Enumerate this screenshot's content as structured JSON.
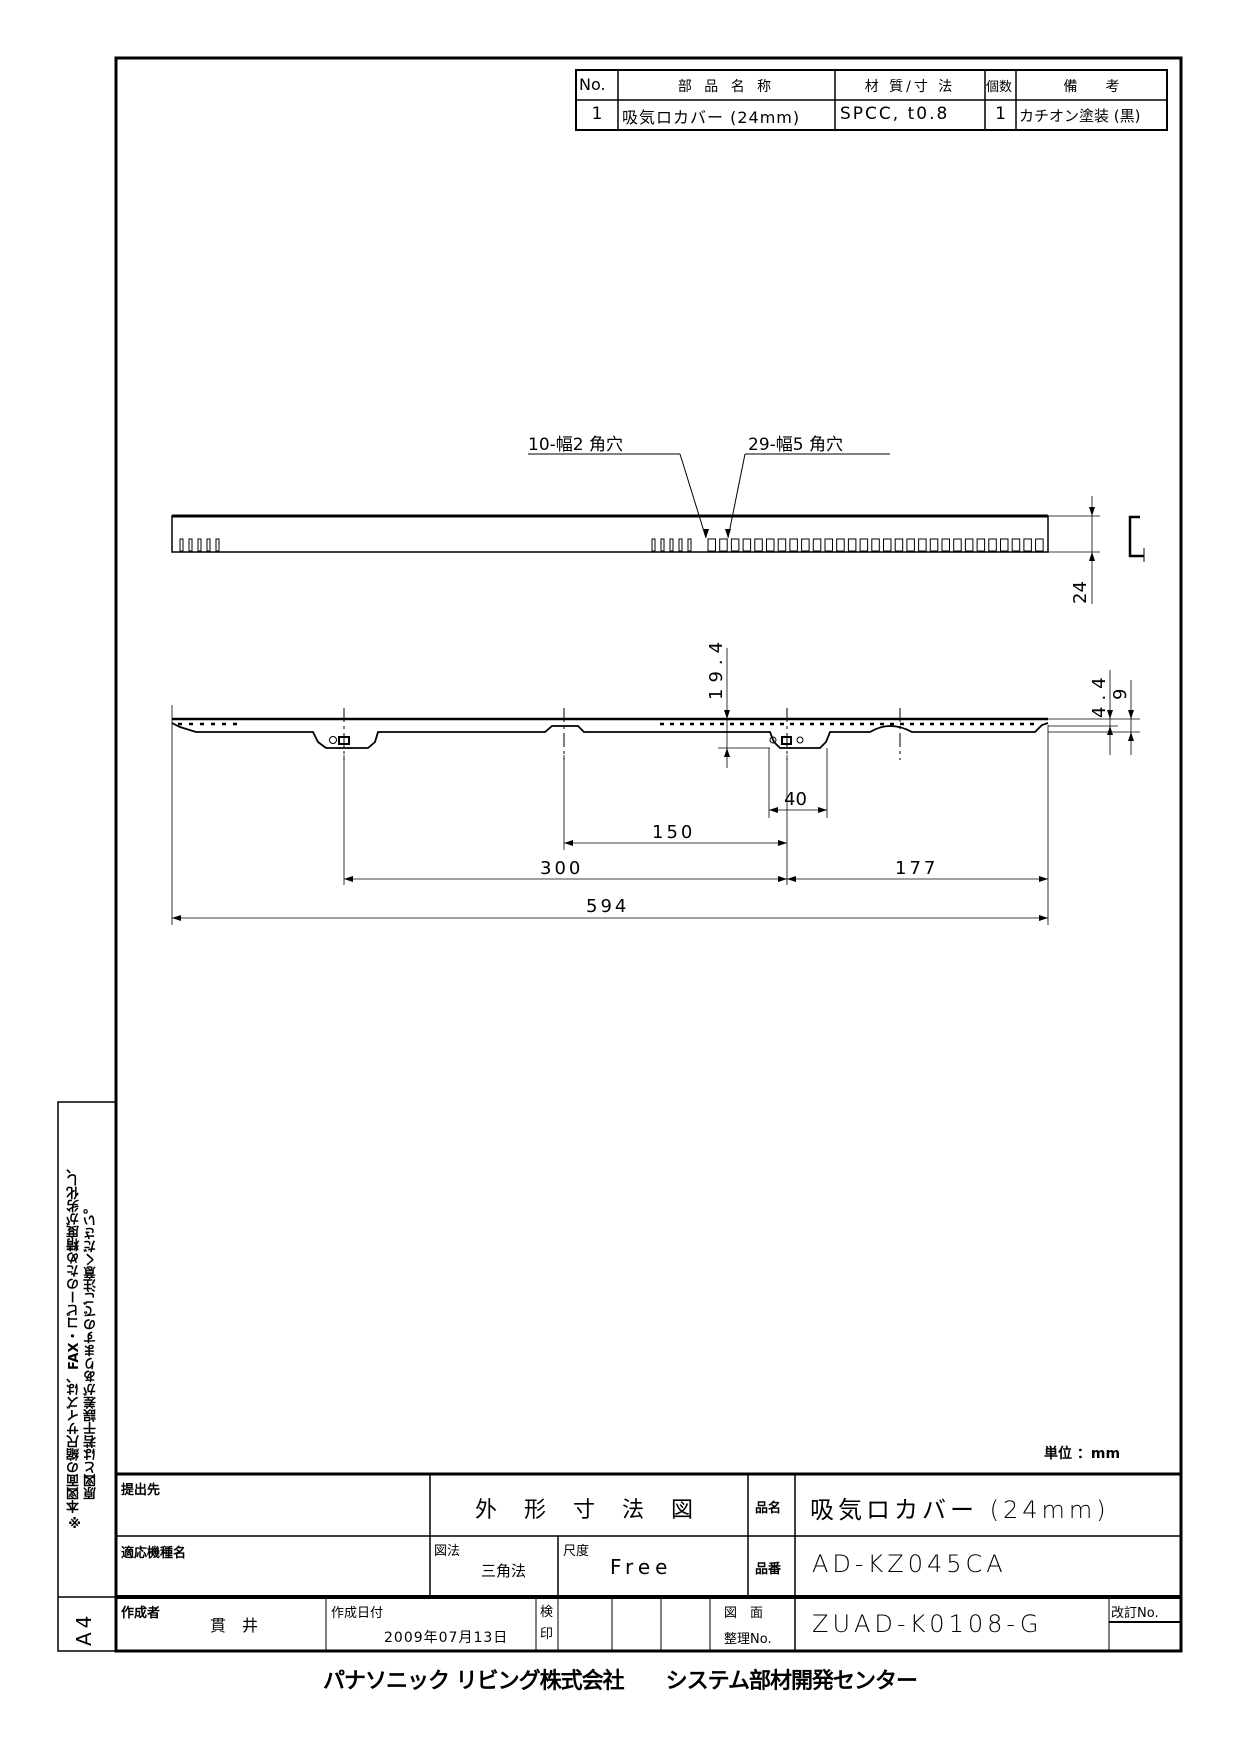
{
  "parts_table": {
    "headers": [
      "No.",
      "部 品 名 称",
      "材 質/寸 法",
      "個数",
      "備　　考"
    ],
    "rows": [
      [
        "1",
        "吸気ロカバー (24mm)",
        "SPCC, t0.8",
        "1",
        "カチオン塗装 (黒)"
      ]
    ]
  },
  "drawing": {
    "callouts": [
      "10-幅2 角穴",
      "29-幅5 角穴"
    ],
    "dimensions": {
      "height": "24",
      "depth_19_4": "19.4",
      "d_4_4": "4.4",
      "d_9": "9",
      "d_40": "40",
      "d_150": "150",
      "d_300": "300",
      "d_177": "177",
      "d_594": "594"
    },
    "unit_note": "単位 ：mm"
  },
  "side_note": {
    "line1": "※本図面の縮尺サイズは、FAX・コピーのため精度が劣化し、",
    "line2": "原図とは若干誤差がありますのでご注意ください。",
    "paper_size": "A4"
  },
  "title_block": {
    "submit_to_label": "提出先",
    "drawing_type": "外 形 寸 法 図",
    "product_name_label": "品名",
    "product_name": "吸気ロカバー (24mm)",
    "model_label": "適応機種名",
    "projection_label": "図法",
    "projection": "三角法",
    "scale_label": "尺度",
    "scale": "Free",
    "part_no_label": "品番",
    "part_no": "AD-KZ045CA",
    "author_label": "作成者",
    "author": "貫　井",
    "date_label": "作成日付",
    "date": "2009年07月13日",
    "inspect_label": "検印",
    "drawing_no_label_1": "図　面",
    "drawing_no_label_2": "整理No.",
    "drawing_no": "ZUAD-K0108-G",
    "revision_label": "改訂No."
  },
  "company": "パナソニック リビング株式会社　　システム部材開発センター"
}
